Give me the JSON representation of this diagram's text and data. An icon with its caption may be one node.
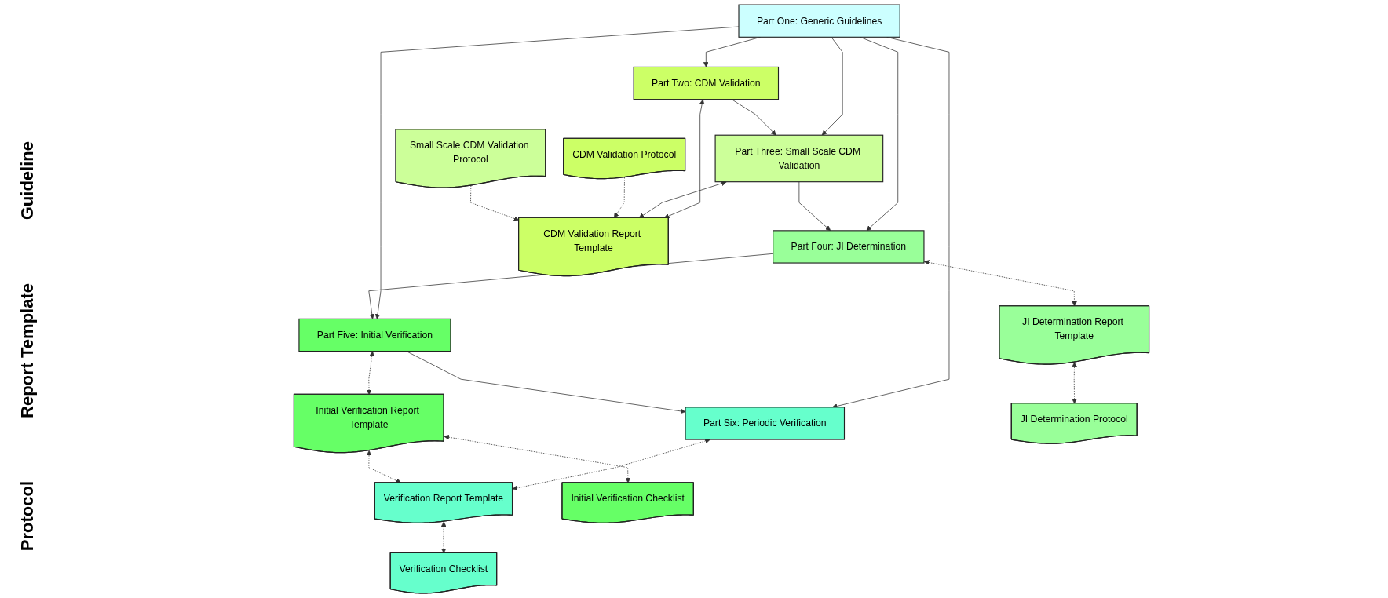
{
  "diagram": {
    "nodes": [
      {
        "text": [
          "Part One: Generic Guidelines"
        ]
      },
      {
        "text": [
          "Part Two: CDM Validation"
        ]
      },
      {
        "text": [
          "Part Three: Small Scale CDM Validation"
        ]
      },
      {
        "text": [
          "Part Four: JI Determination"
        ]
      },
      {
        "text": [
          "Part Five: Initial Verification"
        ]
      },
      {
        "text": [
          "Part Six: Periodic Verification"
        ]
      },
      {
        "text": [
          "CDM Validation Report Template"
        ]
      },
      {
        "text": [
          "JI Determination Report Template"
        ]
      },
      {
        "text": [
          "Initial Verification Report Template"
        ]
      },
      {
        "text": [
          "Verification Report Template"
        ]
      },
      {
        "text": [
          "CDM Validation Protocol"
        ]
      },
      {
        "text": [
          "Small Scale CDM Validation Protocol"
        ]
      },
      {
        "text": [
          "JI Determination Protocol"
        ]
      },
      {
        "text": [
          "Initial Verification Checklist"
        ]
      },
      {
        "text": [
          "Verification Checklist"
        ]
      }
    ],
    "edges": [
      {
        "from": 0,
        "to": 1,
        "arrow": "to"
      },
      {
        "from": 0,
        "to": 2,
        "arrow": "to"
      },
      {
        "from": 0,
        "to": 3,
        "arrow": "to"
      },
      {
        "from": 0,
        "to": 4,
        "arrow": "to"
      },
      {
        "from": 0,
        "to": 5,
        "arrow": "to"
      },
      {
        "from": 1,
        "to": 2,
        "arrow": "to"
      },
      {
        "from": 2,
        "to": 3,
        "arrow": "to"
      },
      {
        "from": 3,
        "to": 4,
        "arrow": "to"
      },
      {
        "from": 4,
        "to": 5,
        "arrow": "to"
      },
      {
        "from": 1,
        "to": 6,
        "arrow": "both"
      },
      {
        "from": 2,
        "to": 6,
        "arrow": "both"
      },
      {
        "from": 3,
        "to": 7,
        "arrow": "both",
        "style": "dashed"
      },
      {
        "from": 4,
        "to": 8,
        "arrow": "both",
        "style": "dashed"
      },
      {
        "from": 5,
        "to": 9,
        "arrow": "both",
        "style": "dashed"
      },
      {
        "from": 8,
        "to": 9,
        "arrow": "both",
        "style": "dashed"
      },
      {
        "from": 10,
        "to": 6,
        "arrow": "to",
        "style": "dashed"
      },
      {
        "from": 11,
        "to": 6,
        "arrow": "to",
        "style": "dashed"
      },
      {
        "from": 7,
        "to": 12,
        "arrow": "both",
        "style": "dashed"
      },
      {
        "from": 8,
        "to": 13,
        "arrow": "both",
        "style": "dashed"
      },
      {
        "from": 9,
        "to": 14,
        "arrow": "both",
        "style": "dashed"
      }
    ],
    "labels": [
      "Guideline",
      "Report Template",
      "Protocol"
    ]
  }
}
